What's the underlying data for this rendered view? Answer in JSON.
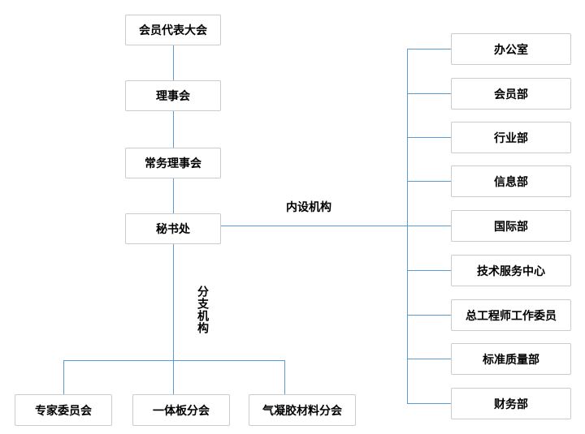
{
  "org": {
    "chain": [
      "会员代表大会",
      "理事会",
      "常务理事会",
      "秘书处"
    ],
    "internal": {
      "label": "内设机构",
      "departments": [
        "办公室",
        "会员部",
        "行业部",
        "信息部",
        "国际部",
        "技术服务中心",
        "总工程师工作委员",
        "标准质量部",
        "财务部"
      ]
    },
    "branches": {
      "label": "分支机构",
      "items": [
        "专家委员会",
        "一体板分会",
        "气凝胶材料分会"
      ]
    },
    "colors": {
      "line": "#5B9BD5",
      "box_border": "#CBCBCB",
      "text": "#000000",
      "background": "#FFFFFF"
    }
  }
}
